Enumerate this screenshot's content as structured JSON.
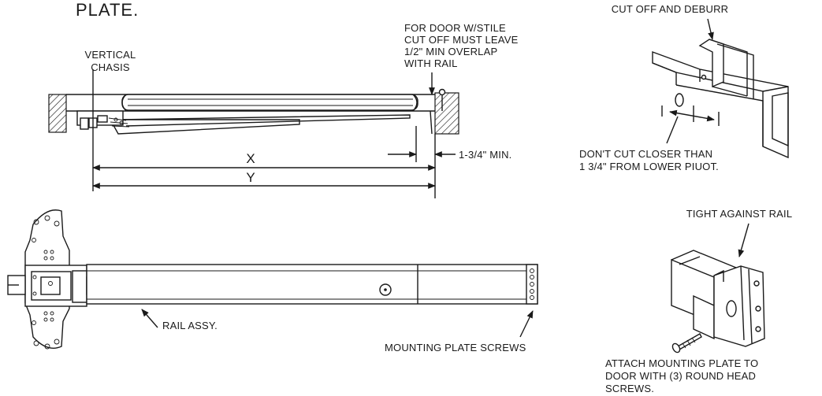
{
  "header": {
    "partial_text": "PLATE."
  },
  "top_view": {
    "vertical_chasis": [
      "VERTICAL",
      "CHASIS"
    ],
    "stile_note": [
      "FOR DOOR W/STILE",
      "CUT OFF MUST LEAVE",
      "1/2\" MIN OVERLAP",
      "WITH RAIL"
    ],
    "dim_x": "X",
    "dim_y": "Y",
    "min_dim": "1-3/4\" MIN."
  },
  "cut_detail": {
    "title": "CUT OFF AND DEBURR",
    "note": [
      "DON'T CUT CLOSER THAN",
      "1 3/4\" FROM LOWER PIUOT."
    ]
  },
  "rail_view": {
    "rail_label": "RAIL ASSY.",
    "screws_label": "MOUNTING PLATE SCREWS"
  },
  "plate_detail": {
    "title": "TIGHT AGAINST RAIL",
    "note": [
      "ATTACH MOUNTING PLATE TO",
      "DOOR WITH (3) ROUND HEAD",
      "SCREWS."
    ]
  }
}
